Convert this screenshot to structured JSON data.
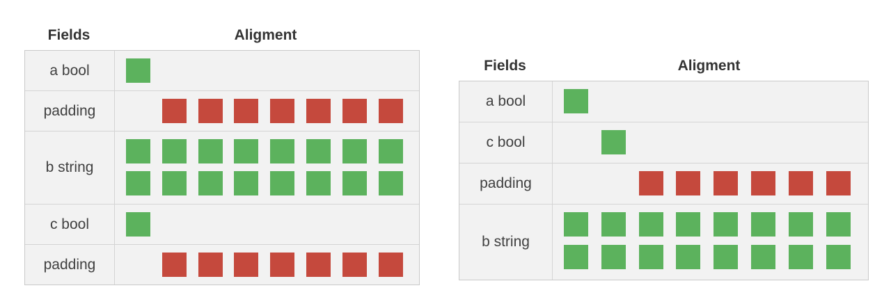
{
  "colors": {
    "data_block": "#5cb25d",
    "padding_block": "#c5493d",
    "table_bg": "#f2f2f2",
    "border": "#d4d4d4"
  },
  "diagrams": [
    {
      "header": {
        "fields": "Fields",
        "alignment": "Aligment"
      },
      "rows": [
        {
          "label": "a bool",
          "kind": "data",
          "start": 0,
          "count": 1,
          "lines": 1
        },
        {
          "label": "padding",
          "kind": "pad",
          "start": 1,
          "count": 7,
          "lines": 1
        },
        {
          "label": "b string",
          "kind": "data",
          "start": 0,
          "count": 8,
          "lines": 2
        },
        {
          "label": "c bool",
          "kind": "data",
          "start": 0,
          "count": 1,
          "lines": 1
        },
        {
          "label": "padding",
          "kind": "pad",
          "start": 1,
          "count": 7,
          "lines": 1
        }
      ]
    },
    {
      "header": {
        "fields": "Fields",
        "alignment": "Aligment"
      },
      "rows": [
        {
          "label": "a bool",
          "kind": "data",
          "start": 0,
          "count": 1,
          "lines": 1
        },
        {
          "label": "c bool",
          "kind": "data",
          "start": 1,
          "count": 1,
          "lines": 1
        },
        {
          "label": "padding",
          "kind": "pad",
          "start": 2,
          "count": 6,
          "lines": 1
        },
        {
          "label": "b string",
          "kind": "data",
          "start": 0,
          "count": 8,
          "lines": 2
        }
      ]
    }
  ]
}
